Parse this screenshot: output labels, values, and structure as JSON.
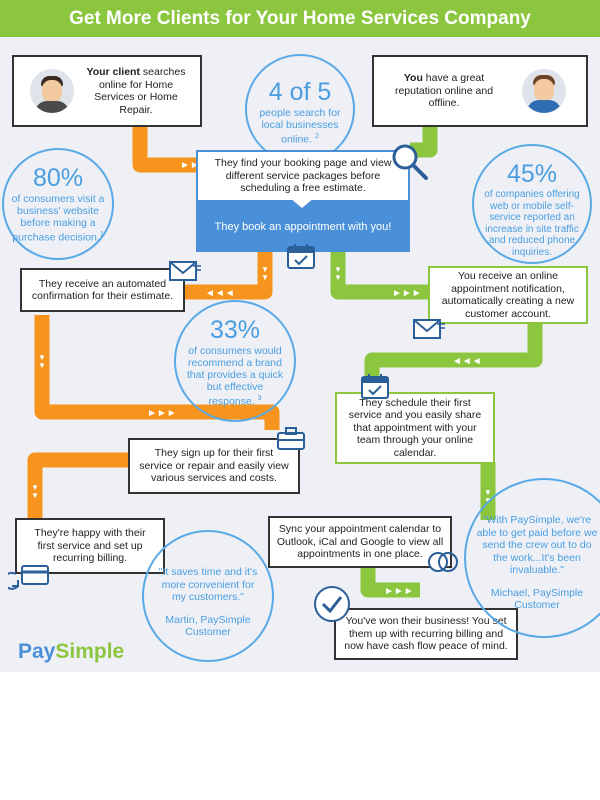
{
  "header": {
    "title": "Get More Clients for Your Home Services Company"
  },
  "client_box": {
    "strong": "Your client",
    "rest": " searches online for Home Services or Home Repair."
  },
  "you_box": {
    "strong": "You",
    "rest": " have a great reputation online and offline."
  },
  "stat_4of5": {
    "value": "4 of 5",
    "text": "people search for local businesses online.",
    "note": "2"
  },
  "stat_80": {
    "value": "80%",
    "text": "of consumers visit a business' website before making a purchase decision.",
    "note": "1"
  },
  "stat_45": {
    "value": "45%",
    "text": "of companies offering web or mobile self-service reported an increase in site traffic and reduced phone inquiries.",
    "note": ""
  },
  "stat_33": {
    "value": "33%",
    "text": "of consumers would recommend a brand that provides a quick but effective response.",
    "note": "3"
  },
  "booking": {
    "text": "They find your booking page and view different service packages before scheduling a free estimate.",
    "cta": "They book an appointment with you!"
  },
  "steps": {
    "confirmation": "They receive an automated confirmation for their estimate.",
    "notification": "You receive an online appointment notification, automatically creating a new customer account.",
    "schedule": "They schedule their first service and you easily share that appointment with your team through your online calendar.",
    "signup": "They sign up for their first service or repair and easily view various services and costs.",
    "happy": "They're happy with their first service and set up recurring billing.",
    "sync": "Sync your appointment calendar to Outlook, iCal and Google to view all appointments in one place.",
    "won": "You've won their business! You set them up with recurring billing and now have cash flow peace of mind."
  },
  "quote_martin": {
    "text": "\"It saves time and it's more convenient for my customers.\"",
    "author": "Martin, PaySimple Customer"
  },
  "quote_michael": {
    "text": "\"With PaySimple, we're able to get paid before we send the crew out to do the work...It's been invaluable.\"",
    "author": "Michael, PaySimple Customer"
  },
  "logo": {
    "pay": "Pay",
    "simple": "Simple"
  },
  "colors": {
    "green": "#8cc63f",
    "orange": "#f7941d",
    "blue": "#4a90d9",
    "stat_blue": "#4a9ee0",
    "background": "#eef0f6"
  },
  "icons": [
    "magnifier-icon",
    "calendar-icon",
    "envelope-icon",
    "briefcase-icon",
    "credit-card-icon",
    "checkmark-icon",
    "sync-circles-icon"
  ]
}
